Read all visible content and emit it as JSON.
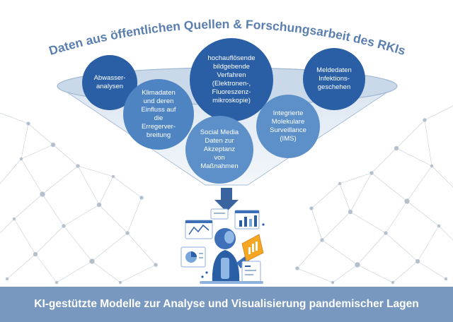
{
  "title": "Daten aus öffentlichen Quellen & Forschungsarbeit des RKIs",
  "sources": [
    {
      "id": "abwasser",
      "label": "Abwasser-\nanalysen"
    },
    {
      "id": "klima",
      "label": "Klimadaten\nund deren\nEinfluss auf\ndie\nErregerver-\nbreitung"
    },
    {
      "id": "bildgebung",
      "label": "hochauflösende\nbildgebende\nVerfahren\n(Elektronen-,\nFluoreszenz-\nmikroskopie)"
    },
    {
      "id": "social",
      "label": "Social Media\nDaten zur\nAkzeptanz\nvon\nMaßnahmen"
    },
    {
      "id": "ims",
      "label": "Integrierte\nMolekulare\nSurveillance\n(IMS)"
    },
    {
      "id": "melde",
      "label": "Meldedaten\nInfektions-\ngeschehen"
    }
  ],
  "footer": "KI-gestützte Modelle zur Analyse und Visualisierung pandemischer Lagen",
  "colors": {
    "title": "#5a7fae",
    "bubble_dark": "#2a5fa6",
    "bubble_light": "#6a9bcd",
    "funnel": "#c9d9ea",
    "arrow": "#3a64a0",
    "footer_bg": "#7898bf",
    "network": "#b9c5d3"
  },
  "icons": [
    "robot-icon",
    "bar-chart-icon",
    "line-chart-icon",
    "pie-chart-icon",
    "down-arrow-icon"
  ]
}
